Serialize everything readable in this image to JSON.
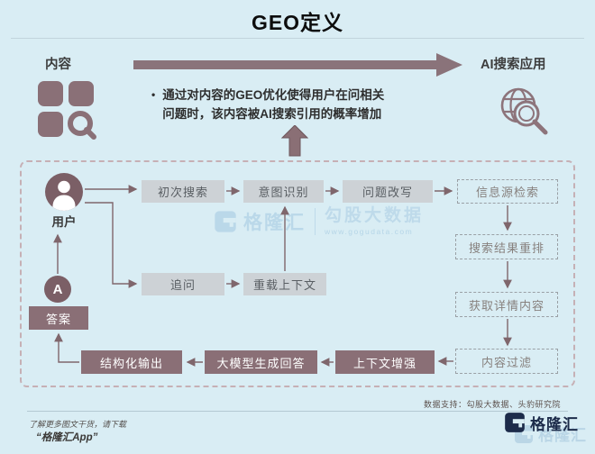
{
  "title": "GEO定义",
  "header": {
    "left_label": "内容",
    "right_label": "AI搜索应用",
    "bullet": "•",
    "desc_line1": "通过对内容的GEO优化使得用户在问相关",
    "desc_line2": "问题时，该内容被AI搜索引用的概率增加"
  },
  "flow": {
    "user_label": "用户",
    "answer_avatar_letter": "A",
    "boxes": {
      "first_search": "初次搜索",
      "intent": "意图识别",
      "rewrite": "问题改写",
      "source_retrieval": "信息源检索",
      "rerank": "搜索结果重排",
      "fetch_detail": "获取详情内容",
      "content_filter": "内容过滤",
      "context_enhance": "上下文增强",
      "llm_answer": "大模型生成回答",
      "structured_output": "结构化输出",
      "answer": "答案",
      "follow_up": "追问",
      "reload_context": "重载上下文"
    }
  },
  "watermark": {
    "brand": "格隆汇",
    "partner": "勾股大数据",
    "partner_url": "www.gogudata.com"
  },
  "footer": {
    "data_support": "数据支持：勾股大数据、头豹研究院",
    "promo_line1": "了解更多图文干货，请下载",
    "promo_line2": "“格隆汇App”",
    "logo_text": "格隆汇"
  },
  "colors": {
    "background": "#d9edf4",
    "dark_box": "#8a6f76",
    "gray_box": "#cdd2d6",
    "flow_arrow": "#7f666c",
    "big_arrow": "#8a737a",
    "logo_navy": "#1c2b4a",
    "watermark_blue": "#b7d6e8"
  }
}
